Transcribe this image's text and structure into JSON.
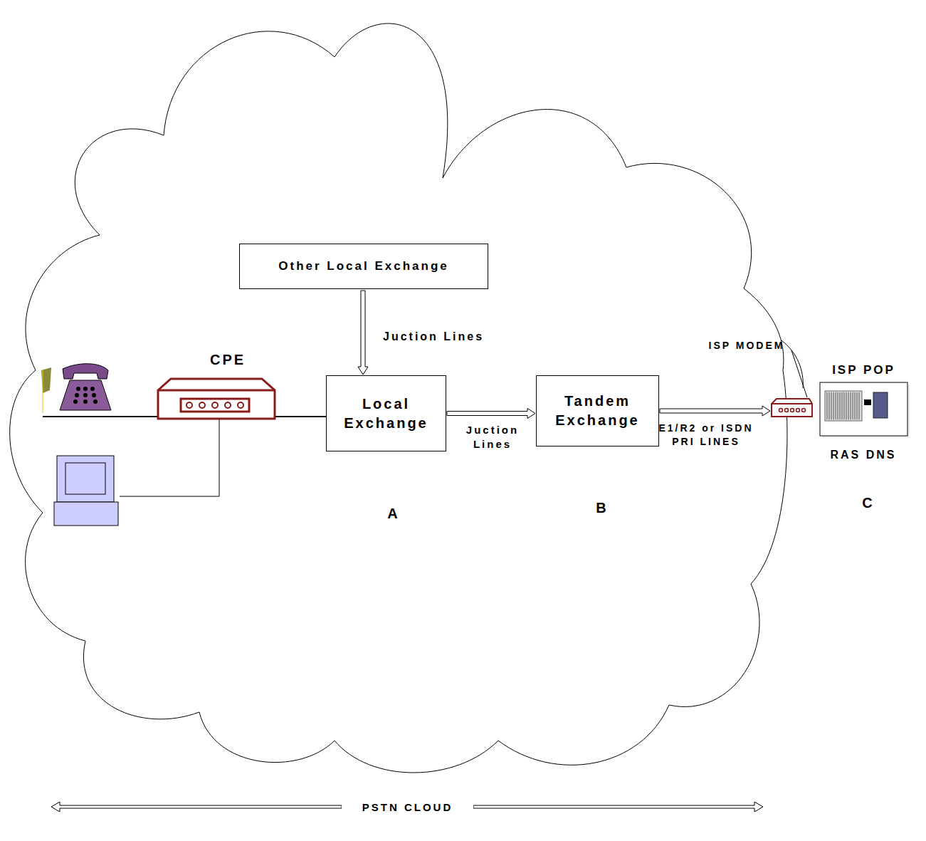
{
  "diagram": {
    "nodes": [
      {
        "text": [
          "Other Local Exchange"
        ]
      },
      {
        "text": [
          "Local Exchange"
        ]
      },
      {
        "text": [
          "Tandem Exchange"
        ]
      },
      {
        "text": [
          "ISP POP",
          "RAS DNS"
        ]
      }
    ],
    "edges": [
      {
        "from": 0,
        "to": 1,
        "arrow": "to",
        "label": "Juction Lines"
      },
      {
        "from": 1,
        "to": 2,
        "arrow": "to",
        "label": "Juction Lines"
      },
      {
        "from": 2,
        "to": 3,
        "arrow": "to",
        "label": "E1/R2 or ISDN PRI LINES"
      }
    ],
    "labels": [
      "CPE",
      "ISP MODEM",
      "A",
      "B",
      "C",
      "PSTN CLOUD"
    ]
  }
}
